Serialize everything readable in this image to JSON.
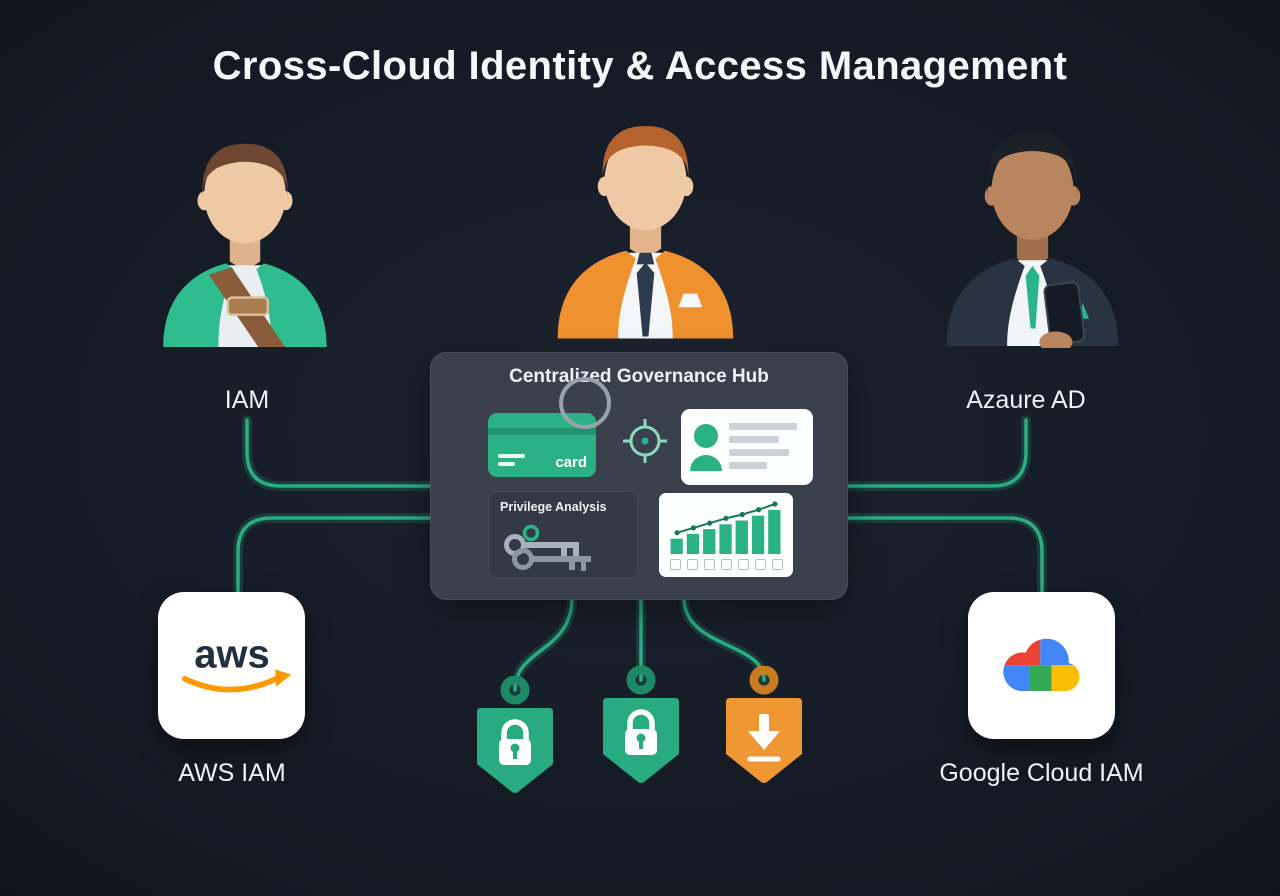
{
  "title": "Cross-Cloud Identity & Access Management",
  "nodes": {
    "iam_label": "IAM",
    "azure_label": "Azaure AD",
    "aws_label": "AWS IAM",
    "google_label": "Google Cloud IAM"
  },
  "hub": {
    "title": "Centralized Governance Hub",
    "card_text": "card",
    "privilege_text": "Privilege Analysis",
    "chart": {
      "bars": [
        16,
        21,
        26,
        31,
        35,
        40,
        46
      ],
      "checkbox_count": 7
    }
  },
  "logos": {
    "aws_text": "aws"
  },
  "icons": [
    "access-card-icon",
    "coin-circle-icon",
    "crosshair-icon",
    "id-badge-icon",
    "keys-icon",
    "mini-bar-chart",
    "lock-shield",
    "lock-shield",
    "download-shield",
    "aws-logo",
    "google-cloud-logo"
  ],
  "colors": {
    "background": "#161c26",
    "teal": "#2ab186",
    "orange": "#ef9433",
    "hub_bg": "#3a414d",
    "line_glow": "#2bb389",
    "text": "#f2f5f7"
  }
}
